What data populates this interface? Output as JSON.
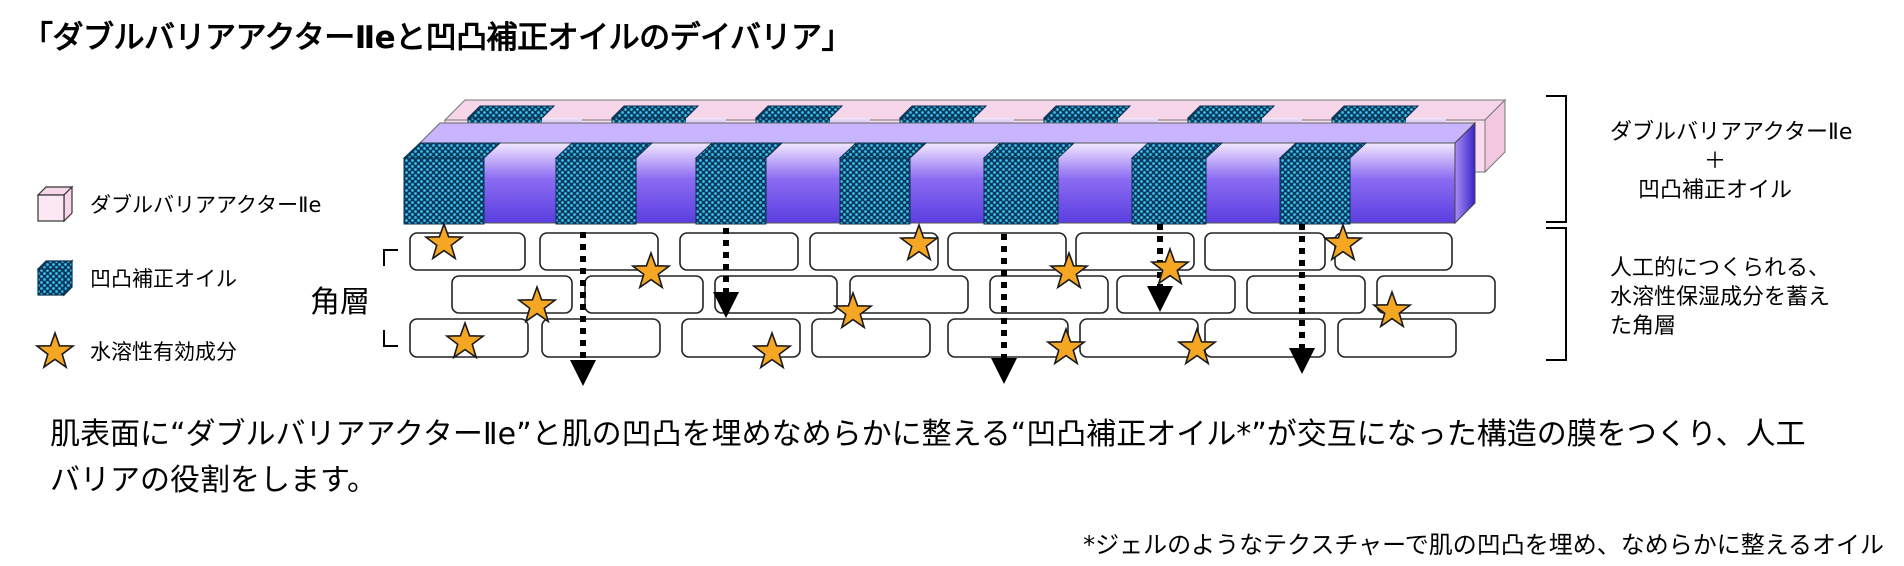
{
  "title": "「ダブルバリアアクターⅡeと凹凸補正オイルのデイバリア」",
  "legend": {
    "barrier_actor": "ダブルバリアアクターⅡe",
    "correction_oil": "凹凸補正オイル",
    "water_soluble": "水溶性有効成分"
  },
  "cornified_layer_label": "角層",
  "right_labels": {
    "top_line1": "ダブルバリアアクターⅡe",
    "top_plus": "＋",
    "top_line3": "凹凸補正オイル",
    "bottom_line1": "人工的につくられる、",
    "bottom_line2": "水溶性保湿成分を蓄え",
    "bottom_line3": "た角層"
  },
  "caption": {
    "line1": "肌表面に“ダブルバリアアクターⅡe”と肌の凹凸を埋めなめらかに整える“凹凸補正オイル*”が交互になった構造の膜をつくり、人工",
    "line2": "バリアの役割をします。"
  },
  "footnote": "*ジェルのようなテクスチャーで肌の凹凸を埋め、なめらかに整えるオイル",
  "colors": {
    "barrier_pink": "#f7d6ea",
    "barrier_purple": "#6a4cf0",
    "oil_blue": "#2ab0e8",
    "oil_dark": "#0a3050",
    "star_orange": "#f5a623",
    "star_outline": "#1a1a1a",
    "arrow": "#000000"
  },
  "icons": {
    "barrier_icon": "pink-cube-icon",
    "oil_icon": "checkered-blue-cube-icon",
    "star_icon": "orange-star-icon"
  }
}
